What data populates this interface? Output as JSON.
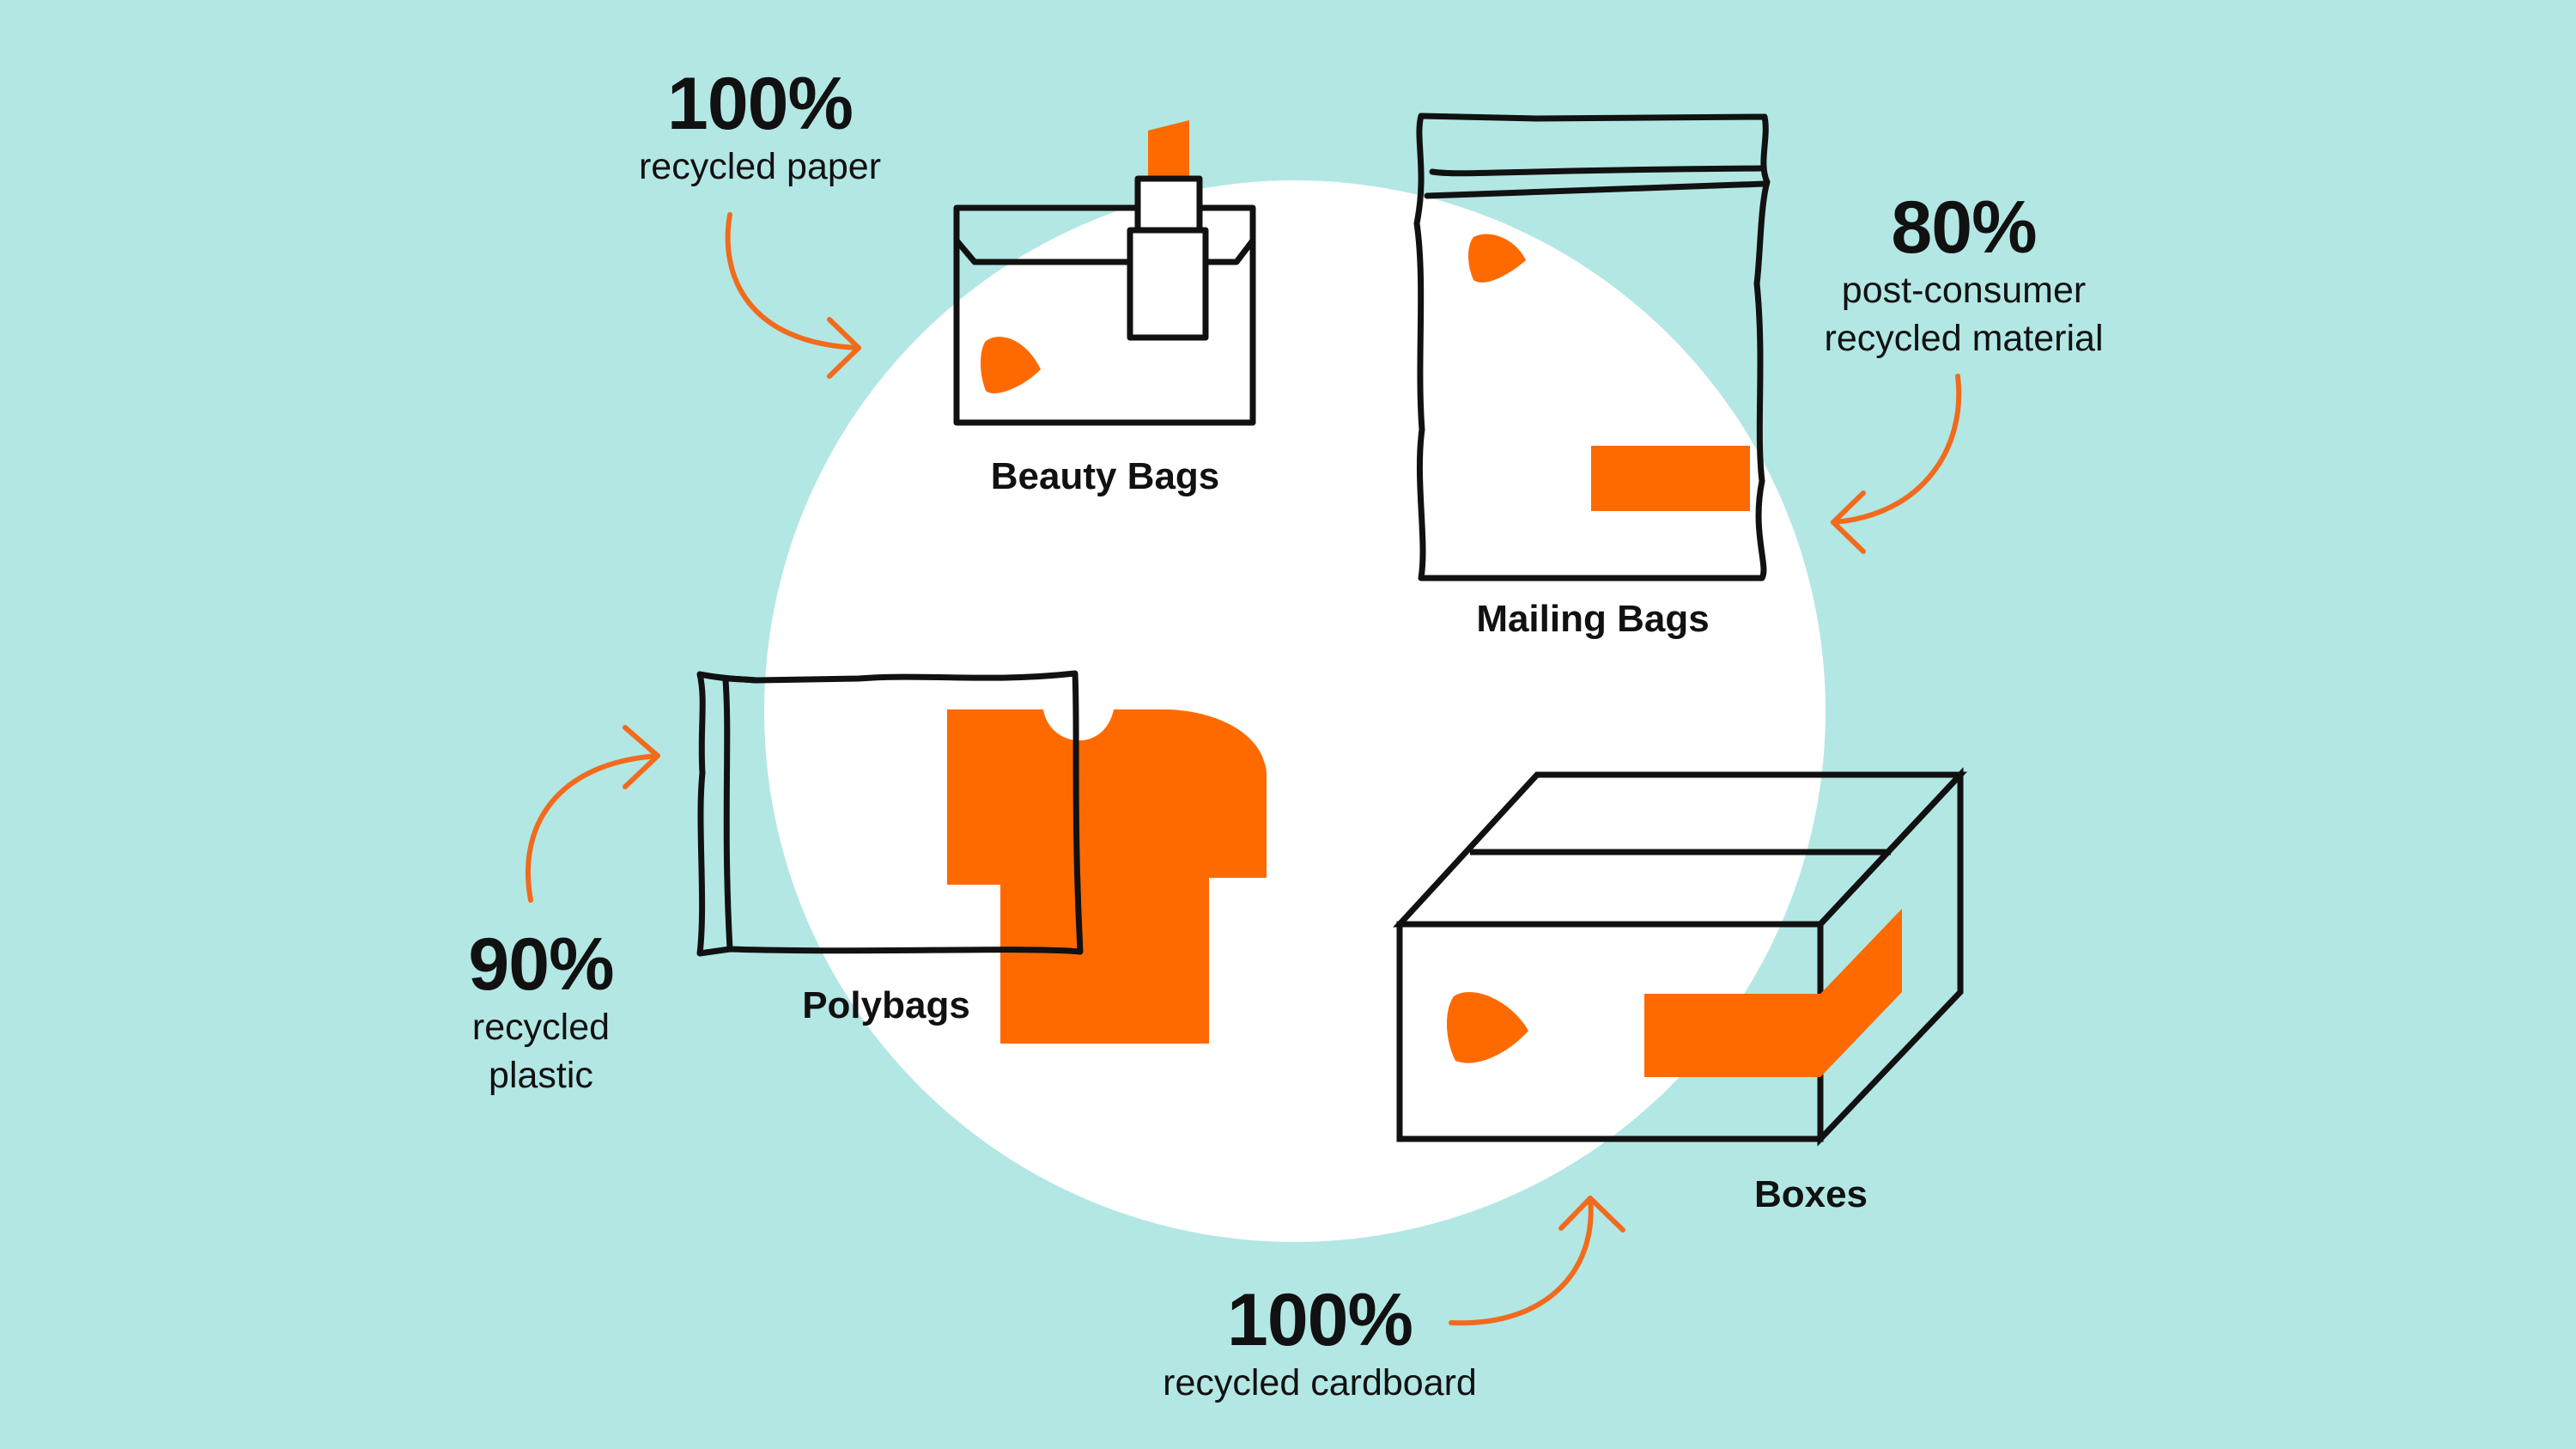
{
  "colors": {
    "background": "#b2e7e4",
    "circle": "#ffffff",
    "accent": "#ff6a00",
    "outline": "#111111"
  },
  "items": [
    {
      "name": "Beauty Bags",
      "percent": "100%",
      "material": "recycled paper",
      "icon": "beauty-bag-icon"
    },
    {
      "name": "Mailing Bags",
      "percent": "80%",
      "material_line1": "post-consumer",
      "material_line2": "recycled material",
      "icon": "mailing-bag-icon"
    },
    {
      "name": "Polybags",
      "percent": "90%",
      "material_line1": "recycled",
      "material_line2": "plastic",
      "icon": "polybag-icon"
    },
    {
      "name": "Boxes",
      "percent": "100%",
      "material": "recycled cardboard",
      "icon": "box-icon"
    }
  ]
}
